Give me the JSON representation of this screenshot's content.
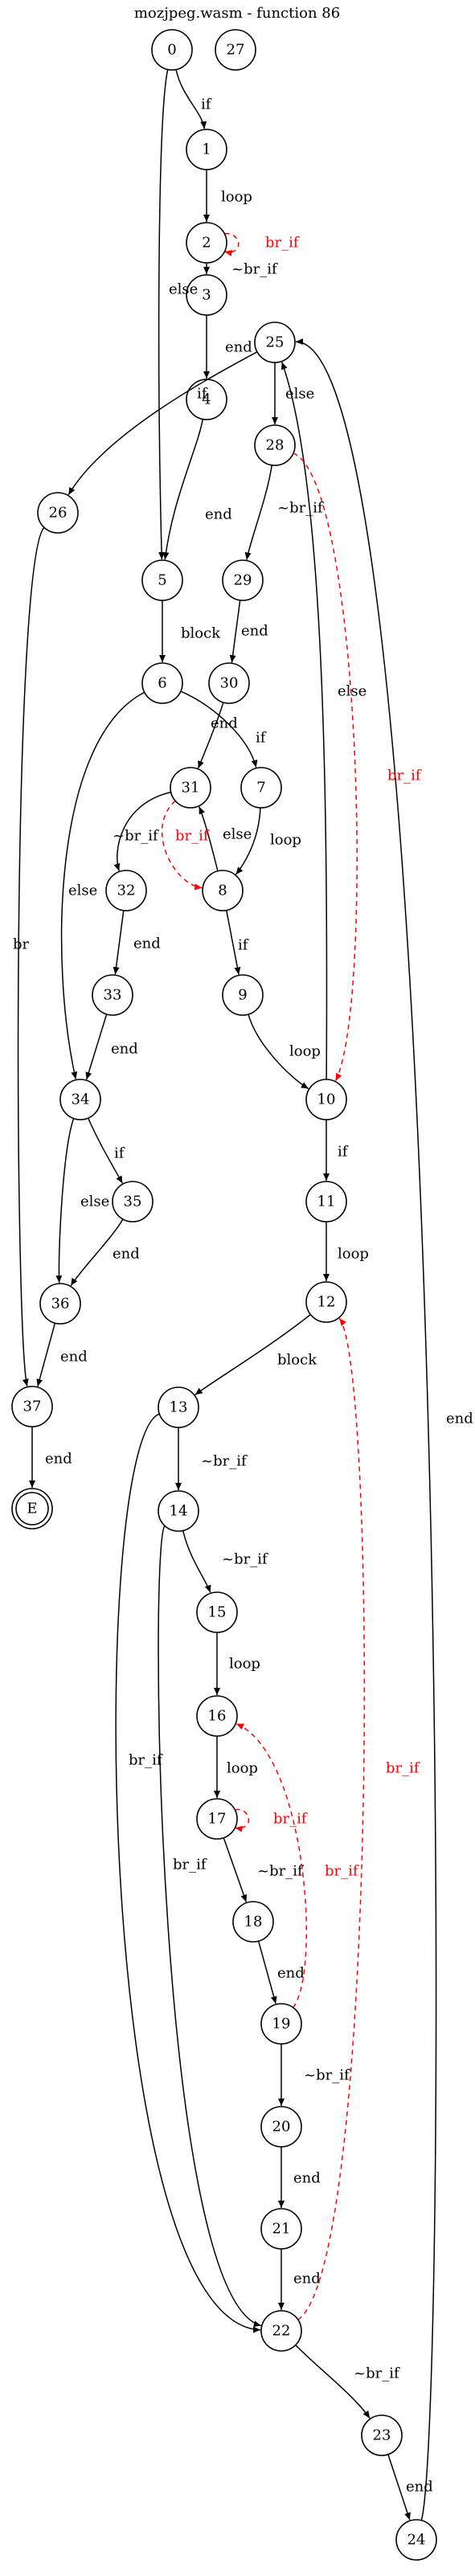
{
  "title": "mozjpeg.wasm - function 86",
  "colors": {
    "normal": "#000000",
    "conditional": "#ff0000"
  },
  "nodes": [
    {
      "id": "n0",
      "label": "0"
    },
    {
      "id": "n27",
      "label": "27"
    },
    {
      "id": "n1",
      "label": "1"
    },
    {
      "id": "n2",
      "label": "2"
    },
    {
      "id": "n3",
      "label": "3"
    },
    {
      "id": "n4",
      "label": "4"
    },
    {
      "id": "n5",
      "label": "5"
    },
    {
      "id": "n6",
      "label": "6"
    },
    {
      "id": "n7",
      "label": "7"
    },
    {
      "id": "n8",
      "label": "8"
    },
    {
      "id": "n9",
      "label": "9"
    },
    {
      "id": "n10",
      "label": "10"
    },
    {
      "id": "n11",
      "label": "11"
    },
    {
      "id": "n12",
      "label": "12"
    },
    {
      "id": "n13",
      "label": "13"
    },
    {
      "id": "n14",
      "label": "14"
    },
    {
      "id": "n15",
      "label": "15"
    },
    {
      "id": "n16",
      "label": "16"
    },
    {
      "id": "n17",
      "label": "17"
    },
    {
      "id": "n18",
      "label": "18"
    },
    {
      "id": "n19",
      "label": "19"
    },
    {
      "id": "n20",
      "label": "20"
    },
    {
      "id": "n21",
      "label": "21"
    },
    {
      "id": "n22",
      "label": "22"
    },
    {
      "id": "n23",
      "label": "23"
    },
    {
      "id": "n24",
      "label": "24"
    },
    {
      "id": "n25",
      "label": "25"
    },
    {
      "id": "n26",
      "label": "26"
    },
    {
      "id": "n28",
      "label": "28"
    },
    {
      "id": "n29",
      "label": "29"
    },
    {
      "id": "n30",
      "label": "30"
    },
    {
      "id": "n31",
      "label": "31"
    },
    {
      "id": "n32",
      "label": "32"
    },
    {
      "id": "n33",
      "label": "33"
    },
    {
      "id": "n34",
      "label": "34"
    },
    {
      "id": "n35",
      "label": "35"
    },
    {
      "id": "n36",
      "label": "36"
    },
    {
      "id": "n37",
      "label": "37"
    },
    {
      "id": "nE",
      "label": "E",
      "final": true
    }
  ],
  "edges": [
    {
      "from": "n0",
      "to": "n1",
      "label": "if",
      "style": "normal"
    },
    {
      "from": "n0",
      "to": "n5",
      "label": "else",
      "style": "normal"
    },
    {
      "from": "n1",
      "to": "n2",
      "label": "loop",
      "style": "normal"
    },
    {
      "from": "n2",
      "to": "n2",
      "label": "br_if",
      "style": "conditional"
    },
    {
      "from": "n2",
      "to": "n3",
      "label": "~br_if",
      "style": "normal"
    },
    {
      "from": "n3",
      "to": "n4",
      "label": "end",
      "style": "normal"
    },
    {
      "from": "n4",
      "to": "n5",
      "label": "end",
      "style": "normal"
    },
    {
      "from": "n5",
      "to": "n6",
      "label": "block",
      "style": "normal"
    },
    {
      "from": "n6",
      "to": "n7",
      "label": "if",
      "style": "normal"
    },
    {
      "from": "n6",
      "to": "n34",
      "label": "else",
      "style": "normal"
    },
    {
      "from": "n7",
      "to": "n8",
      "label": "loop",
      "style": "normal"
    },
    {
      "from": "n8",
      "to": "n31",
      "label": "else",
      "style": "normal"
    },
    {
      "from": "n8",
      "to": "n9",
      "label": "if",
      "style": "normal"
    },
    {
      "from": "n9",
      "to": "n10",
      "label": "loop",
      "style": "normal"
    },
    {
      "from": "n10",
      "to": "n25",
      "label": "else",
      "style": "normal"
    },
    {
      "from": "n10",
      "to": "n11",
      "label": "if",
      "style": "normal"
    },
    {
      "from": "n11",
      "to": "n12",
      "label": "loop",
      "style": "normal"
    },
    {
      "from": "n12",
      "to": "n13",
      "label": "block",
      "style": "normal"
    },
    {
      "from": "n13",
      "to": "n14",
      "label": "~br_if",
      "style": "normal"
    },
    {
      "from": "n13",
      "to": "n22",
      "label": "br_if",
      "style": "normal"
    },
    {
      "from": "n14",
      "to": "n15",
      "label": "~br_if",
      "style": "normal"
    },
    {
      "from": "n14",
      "to": "n22",
      "label": "br_if",
      "style": "normal"
    },
    {
      "from": "n15",
      "to": "n16",
      "label": "loop",
      "style": "normal"
    },
    {
      "from": "n16",
      "to": "n17",
      "label": "loop",
      "style": "normal"
    },
    {
      "from": "n17",
      "to": "n17",
      "label": "br_if",
      "style": "conditional"
    },
    {
      "from": "n17",
      "to": "n18",
      "label": "~br_if",
      "style": "normal"
    },
    {
      "from": "n18",
      "to": "n19",
      "label": "end",
      "style": "normal"
    },
    {
      "from": "n19",
      "to": "n16",
      "label": "br_if",
      "style": "conditional"
    },
    {
      "from": "n19",
      "to": "n20",
      "label": "~br_if",
      "style": "normal"
    },
    {
      "from": "n20",
      "to": "n21",
      "label": "end",
      "style": "normal"
    },
    {
      "from": "n21",
      "to": "n22",
      "label": "end",
      "style": "normal"
    },
    {
      "from": "n22",
      "to": "n12",
      "label": "br_if",
      "style": "conditional"
    },
    {
      "from": "n22",
      "to": "n23",
      "label": "~br_if",
      "style": "normal"
    },
    {
      "from": "n23",
      "to": "n24",
      "label": "end",
      "style": "normal"
    },
    {
      "from": "n24",
      "to": "n25",
      "label": "end",
      "style": "normal"
    },
    {
      "from": "n25",
      "to": "n26",
      "label": "if",
      "style": "normal"
    },
    {
      "from": "n25",
      "to": "n28",
      "label": "else",
      "style": "normal"
    },
    {
      "from": "n26",
      "to": "n37",
      "label": "br",
      "style": "normal"
    },
    {
      "from": "n28",
      "to": "n10",
      "label": "br_if",
      "style": "conditional"
    },
    {
      "from": "n28",
      "to": "n29",
      "label": "~br_if",
      "style": "normal"
    },
    {
      "from": "n29",
      "to": "n30",
      "label": "end",
      "style": "normal"
    },
    {
      "from": "n30",
      "to": "n31",
      "label": "end",
      "style": "normal"
    },
    {
      "from": "n31",
      "to": "n8",
      "label": "br_if",
      "style": "conditional"
    },
    {
      "from": "n31",
      "to": "n32",
      "label": "~br_if",
      "style": "normal"
    },
    {
      "from": "n32",
      "to": "n33",
      "label": "end",
      "style": "normal"
    },
    {
      "from": "n33",
      "to": "n34",
      "label": "end",
      "style": "normal"
    },
    {
      "from": "n34",
      "to": "n35",
      "label": "if",
      "style": "normal"
    },
    {
      "from": "n34",
      "to": "n36",
      "label": "else",
      "style": "normal"
    },
    {
      "from": "n35",
      "to": "n36",
      "label": "end",
      "style": "normal"
    },
    {
      "from": "n36",
      "to": "n37",
      "label": "end",
      "style": "normal"
    },
    {
      "from": "n37",
      "to": "nE",
      "label": "end",
      "style": "normal"
    }
  ]
}
